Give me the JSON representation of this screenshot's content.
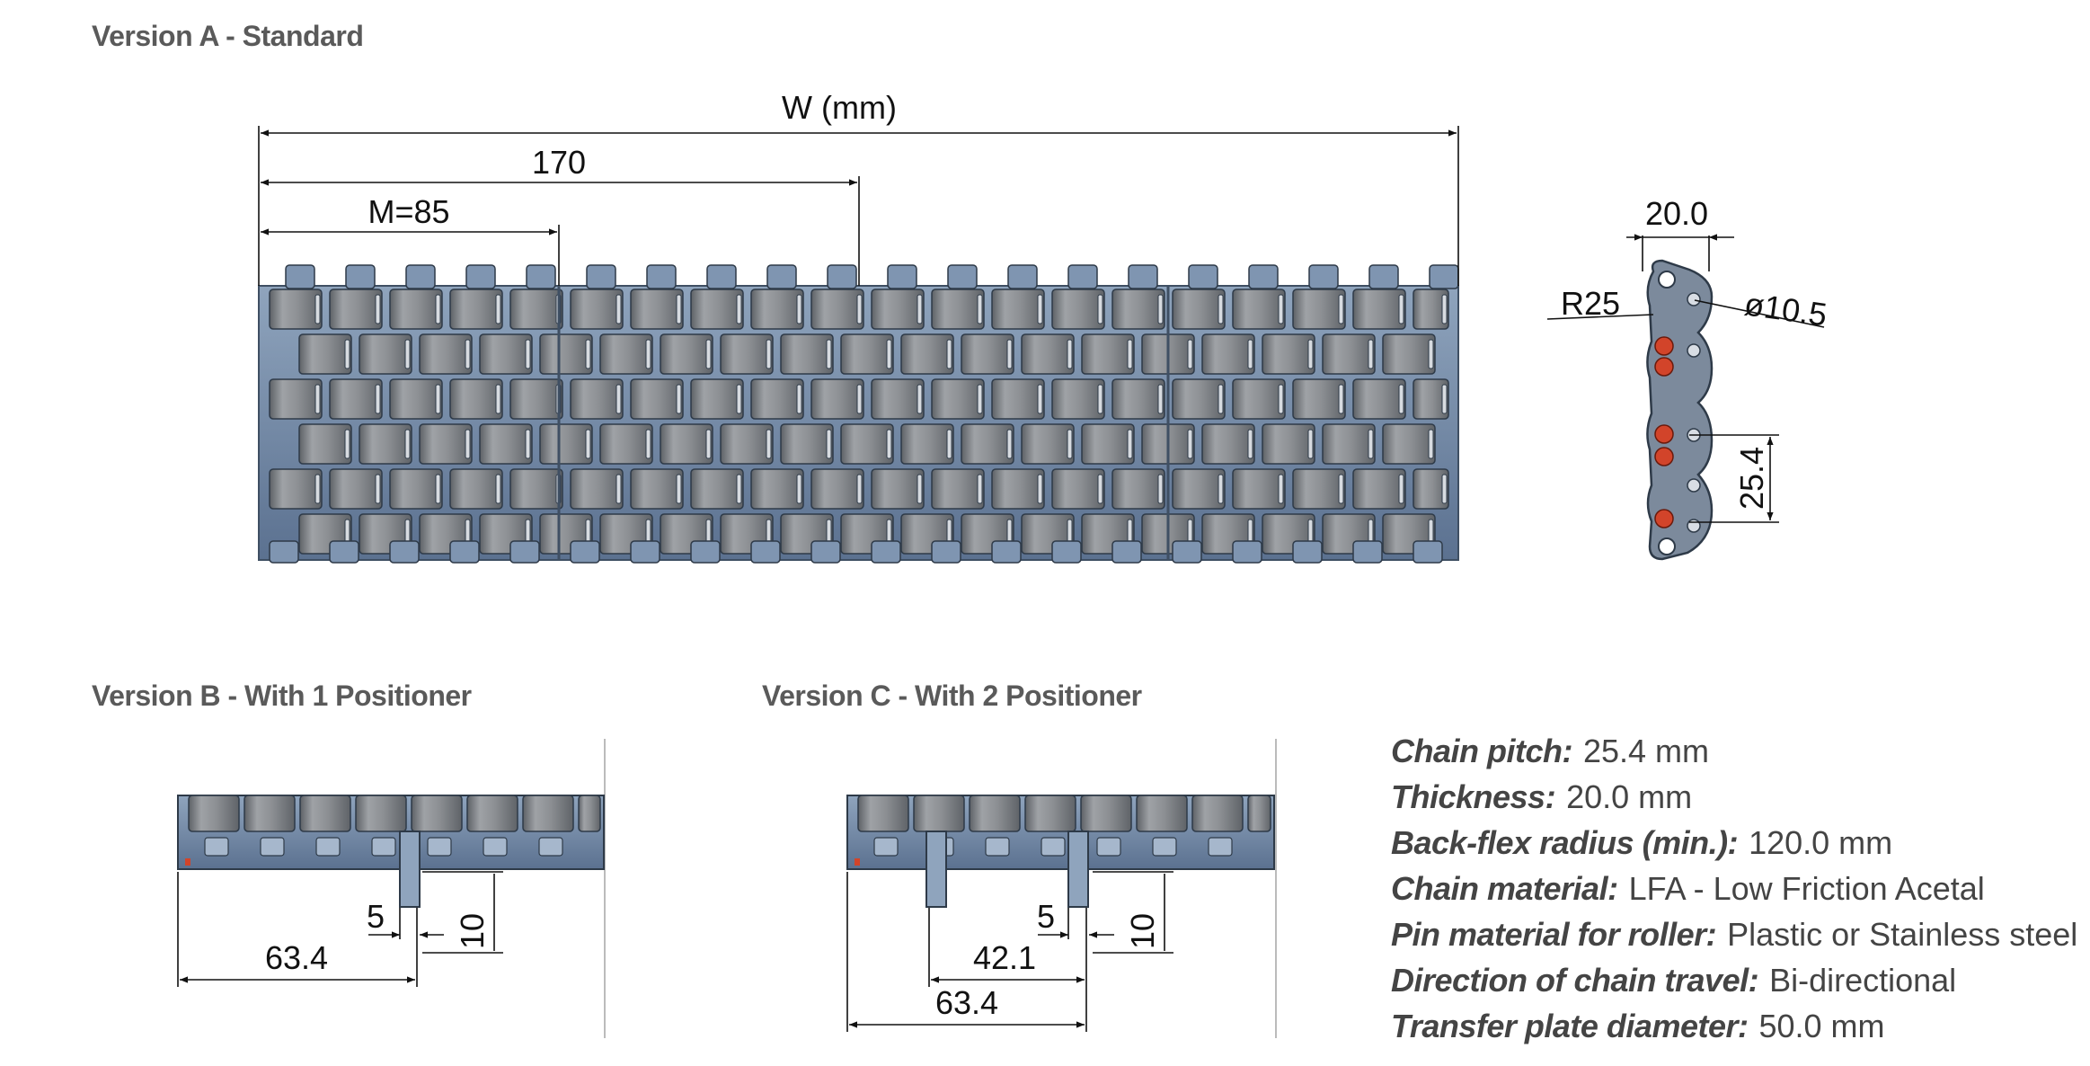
{
  "sections": {
    "version_a": "Version A -  Standard",
    "version_b": "Version B - With 1 Positioner",
    "version_c": "Version C - With 2 Positioner"
  },
  "dimensions": {
    "width": "W (mm)",
    "span_170": "170",
    "module": "M=85",
    "thickness": "20.0",
    "radius": "R25",
    "hole_dia": "ø10.5",
    "pitch": "25.4",
    "b_5": "5",
    "b_10": "10",
    "b_63": "63.4",
    "c_5": "5",
    "c_10": "10",
    "c_42": "42.1",
    "c_63": "63.4"
  },
  "specs": [
    {
      "label": "Chain pitch:",
      "value": "25.4 mm"
    },
    {
      "label": "Thickness:",
      "value": "20.0 mm"
    },
    {
      "label": "Back-flex radius (min.):",
      "value": "120.0 mm"
    },
    {
      "label": "Chain material:",
      "value": "LFA - Low Friction Acetal"
    },
    {
      "label": "Pin material for roller:",
      "value": "Plastic or Stainless steel"
    },
    {
      "label": "Direction of chain travel:",
      "value": "Bi-directional"
    },
    {
      "label": "Transfer plate diameter:",
      "value": "50.0 mm"
    }
  ],
  "colors": {
    "chain_body": "#8a8d91",
    "chain_edge": "#6f87a3",
    "pin_accent": "#d2442a",
    "heading": "#5a5a5a"
  }
}
